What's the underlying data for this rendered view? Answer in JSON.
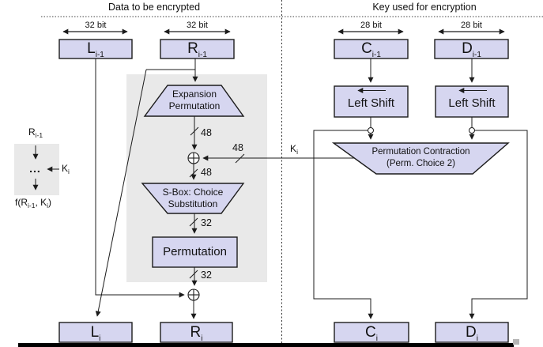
{
  "headers": {
    "left": "Data to be encrypted",
    "right": "Key used for encryption"
  },
  "bit_widths": {
    "l_prev": "32 bit",
    "r_prev": "32 bit",
    "c_prev": "28 bit",
    "d_prev": "28 bit"
  },
  "registers": {
    "l_prev": {
      "main": "L",
      "sub": "i-1"
    },
    "r_prev": {
      "main": "R",
      "sub": "i-1"
    },
    "c_prev": {
      "main": "C",
      "sub": "i-1"
    },
    "d_prev": {
      "main": "D",
      "sub": "i-1"
    },
    "l_next": {
      "main": "L",
      "sub": "i"
    },
    "r_next": {
      "main": "R",
      "sub": "i"
    },
    "c_next": {
      "main": "C",
      "sub": "i"
    },
    "d_next": {
      "main": "D",
      "sub": "i"
    }
  },
  "blocks": {
    "expansion": {
      "line1": "Expansion",
      "line2": "Permutation"
    },
    "sbox": {
      "line1": "S-Box: Choice",
      "line2": "Substitution"
    },
    "permutation": "Permutation",
    "left_shift_c": "Left Shift",
    "left_shift_d": "Left Shift",
    "contraction": {
      "line1": "Permutation Contraction",
      "line2": "(Perm. Choice 2)"
    }
  },
  "bus_labels": {
    "expansion_out": "48",
    "key_in": "48",
    "xor_out": "48",
    "sbox_out": "32",
    "permutation_out": "32"
  },
  "key_label": {
    "main": "K",
    "sub": "i"
  },
  "legend": {
    "input": {
      "main": "R",
      "sub": "i-1"
    },
    "dots": "...",
    "key": {
      "main": "K",
      "sub": "i"
    },
    "output": {
      "p1": "f(R",
      "s1": "i-1",
      "p2": ", K",
      "s2": "i",
      "p3": ")"
    }
  },
  "colors": {
    "box_fill": "#d6d6f0",
    "box_border": "#1c1c1c",
    "panel_gray": "#e9e9e9",
    "line": "#1c1c1c",
    "background": "#ffffff",
    "bottom_bar": "#000000"
  }
}
